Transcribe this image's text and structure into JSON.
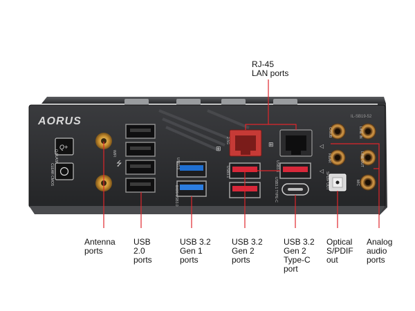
{
  "brand": {
    "logo_text": "AORUS",
    "model_code": "IL-SB19-52"
  },
  "panel": {
    "qflash_label": "Q-FLASH PLUS",
    "qflash_button": "Q+",
    "clear_cmos_label": "CLEAR CMOS",
    "wifi_label": "WIFI",
    "usb_symbol": "USB",
    "bios_usb_label": "BIOS USB3.0",
    "usb30_label": "USB3.0",
    "lan_label": "2.5G",
    "usb31_label": "USB3.1",
    "typec_label": "USB3.1 TYPE-C",
    "spdif_label": "SPDIF OUT",
    "audio_col1": [
      "C/SUB",
      "REAR",
      ""
    ],
    "audio_col2": [
      "LINE IN",
      "LINE OUT",
      "MIC"
    ]
  },
  "callouts": {
    "rj45": "RJ-45\nLAN ports",
    "antenna": "Antenna\nports",
    "usb20": "USB\n2.0\nports",
    "usb32g1": "USB 3.2\nGen 1\nports",
    "usb32g2": "USB 3.2\nGen 2\nports",
    "typec": "USB 3.2\nGen 2\nType-C\nport",
    "optical": "Optical\nS/PDIF\nout",
    "analog": "Analog\naudio\nports"
  },
  "colors": {
    "leader": "#e0262b",
    "panel": "#2b2c2e",
    "usb_blue": "#1f6fd1",
    "usb_red": "#d8283a",
    "lan_red": "#c63a36",
    "audio_gold": "#c98a3a",
    "antenna_gold": "#d9a441"
  }
}
